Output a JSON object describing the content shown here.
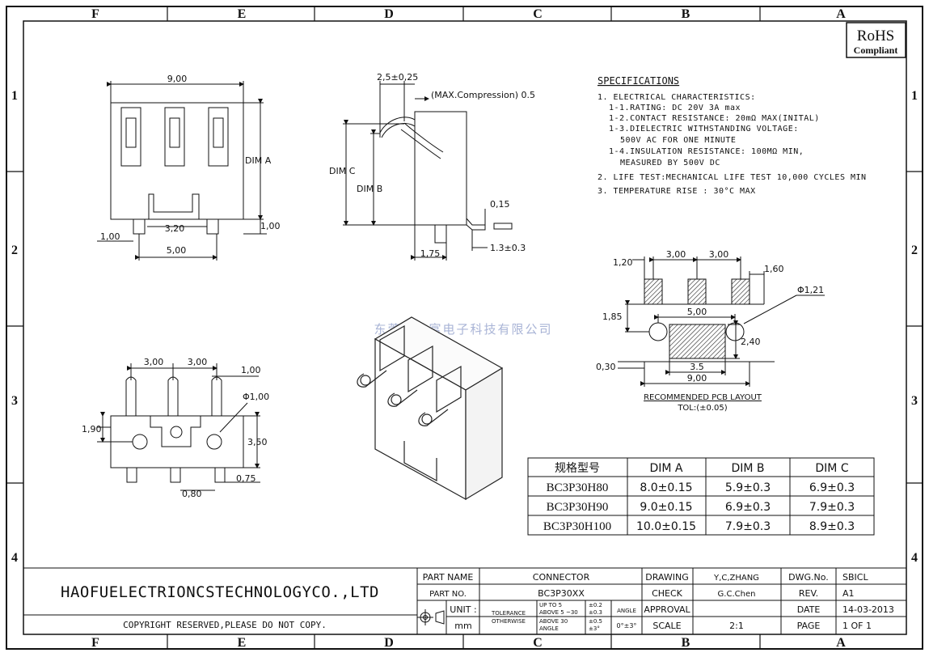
{
  "border": {
    "columns": [
      "F",
      "E",
      "D",
      "C",
      "B",
      "A"
    ],
    "rows": [
      "1",
      "2",
      "3",
      "4"
    ]
  },
  "rohs": {
    "title": "RoHS",
    "subtitle": "Compliant"
  },
  "front_view": {
    "width": "9,00",
    "dim_a": "DIM A",
    "pitch": "3,20",
    "pin_offset": "1,00",
    "height_right": "1,00",
    "span": "5,00"
  },
  "side_view": {
    "top": "2,5±0,25",
    "compression": "(MAX.Compression) 0.5",
    "dim_c": "DIM C",
    "dim_b": "DIM B",
    "thickness": "0,15",
    "foot": "1.3±0.3",
    "base": "1,75"
  },
  "bottom_view": {
    "pitch1": "3,00",
    "pitch2": "3,00",
    "pin_w": "1,00",
    "hole": "Φ1,00",
    "left": "1,90",
    "height": "3,50",
    "tail": "0,75",
    "width": "0,80"
  },
  "specs": {
    "title": "SPECIFICATIONS",
    "lines": [
      "1. ELECTRICAL CHARACTERISTICS:",
      "1-1.RATING: DC 20V 3A max",
      "1-2.CONTACT RESISTANCE: 20mΩ MAX(INITAL)",
      "1-3.DIELECTRIC WITHSTANDING VOLTAGE:",
      "500V AC FOR ONE MINUTE",
      "1-4.INSULATION RESISTANCE: 100MΩ MIN,",
      "MEASURED BY 500V DC",
      "2. LIFE TEST:MECHANICAL LIFE TEST 10,000 CYCLES MIN",
      "3. TEMPERATURE RISE : 30°C MAX"
    ]
  },
  "pcb": {
    "d1": "1,20",
    "d2": "3,00",
    "d3": "3,00",
    "d4": "1,60",
    "hole": "Φ1,21",
    "d5": "1,85",
    "d6": "5,00",
    "d7": "2,40",
    "d8": "0,30",
    "d9": "3.5",
    "d10": "9,00",
    "title": "RECOMMENDED PCB LAYOUT",
    "tol": "TOL:(±0.05)"
  },
  "watermark": "东莞市皓富电子科技有限公司",
  "dim_table": {
    "headers": [
      "规格型号",
      "DIM A",
      "DIM B",
      "DIM C"
    ],
    "rows": [
      [
        "BC3P30H80",
        "8.0±0.15",
        "5.9±0.3",
        "6.9±0.3"
      ],
      [
        "BC3P30H90",
        "9.0±0.15",
        "6.9±0.3",
        "7.9±0.3"
      ],
      [
        "BC3P30H100",
        "10.0±0.15",
        "7.9±0.3",
        "8.9±0.3"
      ]
    ]
  },
  "title_block": {
    "company": "HAOFUELECTRIONCSTECHNOLOGYCO.,LTD",
    "copyright": "COPYRIGHT RESERVED,PLEASE DO NOT COPY.",
    "part_name_label": "PART NAME",
    "part_name": "CONNECTOR",
    "part_no_label": "PART NO.",
    "part_no": "BC3P30XX",
    "unit_label": "UNIT :",
    "unit": "mm",
    "tolerance_label": "TOLERANCE",
    "otherwise_label": "OTHERWISE",
    "tol_rows": [
      [
        "UP TO 5",
        "±0.2"
      ],
      [
        "ABOVE 5 ~30",
        "±0.3"
      ],
      [
        "ABOVE 30",
        "±0.5"
      ],
      [
        "ANGLE",
        "±3°"
      ]
    ],
    "angle_label": "ANGLE",
    "angle_value": "0°±3°",
    "drawing_label": "DRAWING",
    "drawing": "Y,C,ZHANG",
    "check_label": "CHECK",
    "check": "G.C.Chen",
    "approval_label": "APPROVAL",
    "approval": "",
    "scale_label": "SCALE",
    "scale": "2:1",
    "dwg_label": "DWG.No.",
    "dwg": "SBICL",
    "rev_label": "REV.",
    "rev": "A1",
    "date_label": "DATE",
    "date": "14-03-2013",
    "page_label": "PAGE",
    "page": "1 OF 1"
  }
}
